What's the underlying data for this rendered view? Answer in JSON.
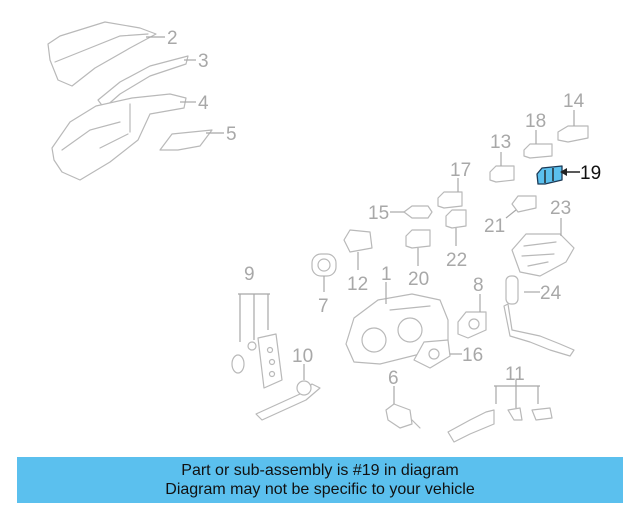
{
  "diagram": {
    "highlighted_part": "19",
    "highlight_color": "#5bc0ee",
    "callouts": {
      "c1": "1",
      "c2": "2",
      "c3": "3",
      "c4": "4",
      "c5": "5",
      "c6": "6",
      "c7": "7",
      "c8": "8",
      "c9": "9",
      "c10": "10",
      "c11": "11",
      "c12": "12",
      "c13": "13",
      "c14": "14",
      "c15": "15",
      "c16": "16",
      "c17": "17",
      "c18": "18",
      "c19": "19",
      "c20": "20",
      "c21": "21",
      "c22": "22",
      "c23": "23",
      "c24": "24"
    }
  },
  "banner": {
    "line1": "Part or sub-assembly is #19 in diagram",
    "line2": "Diagram may not be specific to your vehicle",
    "background": "#5bc0ee"
  }
}
